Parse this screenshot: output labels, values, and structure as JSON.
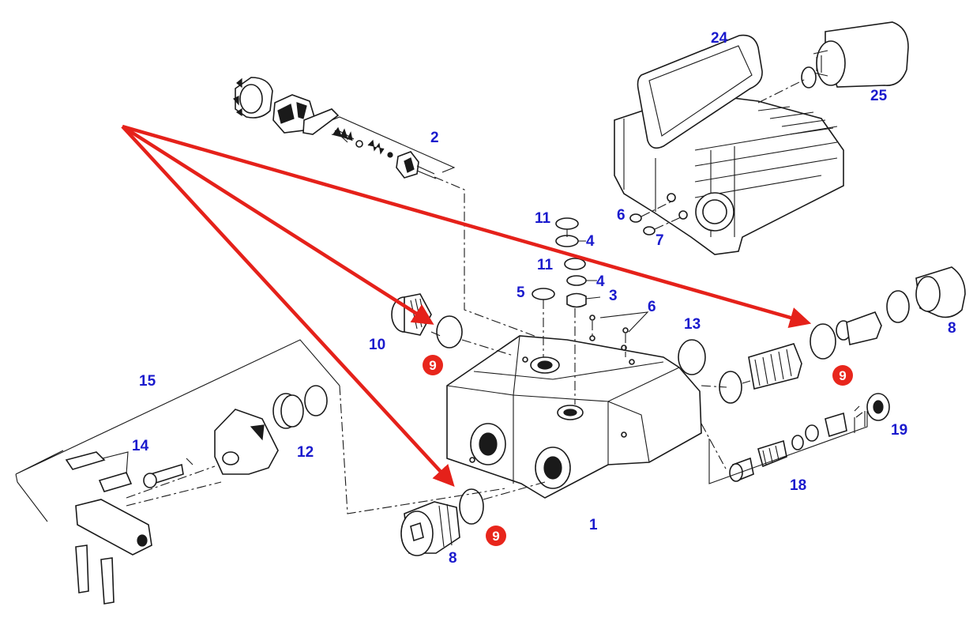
{
  "callout_color": "#1a1acd",
  "highlight_color": "#e8261c",
  "arrow_color": "#e5211a",
  "callouts": [
    {
      "id": "c24",
      "text": "24"
    },
    {
      "id": "c25",
      "text": "25"
    },
    {
      "id": "c2",
      "text": "2"
    },
    {
      "id": "c6a",
      "text": "6"
    },
    {
      "id": "c7",
      "text": "7"
    },
    {
      "id": "c11a",
      "text": "11"
    },
    {
      "id": "c4a",
      "text": "4"
    },
    {
      "id": "c11b",
      "text": "11"
    },
    {
      "id": "c4b",
      "text": "4"
    },
    {
      "id": "c5",
      "text": "5"
    },
    {
      "id": "c3",
      "text": "3"
    },
    {
      "id": "c6b",
      "text": "6"
    },
    {
      "id": "c13",
      "text": "13"
    },
    {
      "id": "c8a",
      "text": "8"
    },
    {
      "id": "c10",
      "text": "10"
    },
    {
      "id": "c15",
      "text": "15"
    },
    {
      "id": "c14",
      "text": "14"
    },
    {
      "id": "c12",
      "text": "12"
    },
    {
      "id": "c19",
      "text": "19"
    },
    {
      "id": "c18",
      "text": "18"
    },
    {
      "id": "c1",
      "text": "1"
    },
    {
      "id": "c8b",
      "text": "8"
    }
  ],
  "highlighted_callouts": [
    {
      "id": "h9a",
      "text": "9"
    },
    {
      "id": "h9b",
      "text": "9"
    },
    {
      "id": "h9c",
      "text": "9"
    }
  ]
}
